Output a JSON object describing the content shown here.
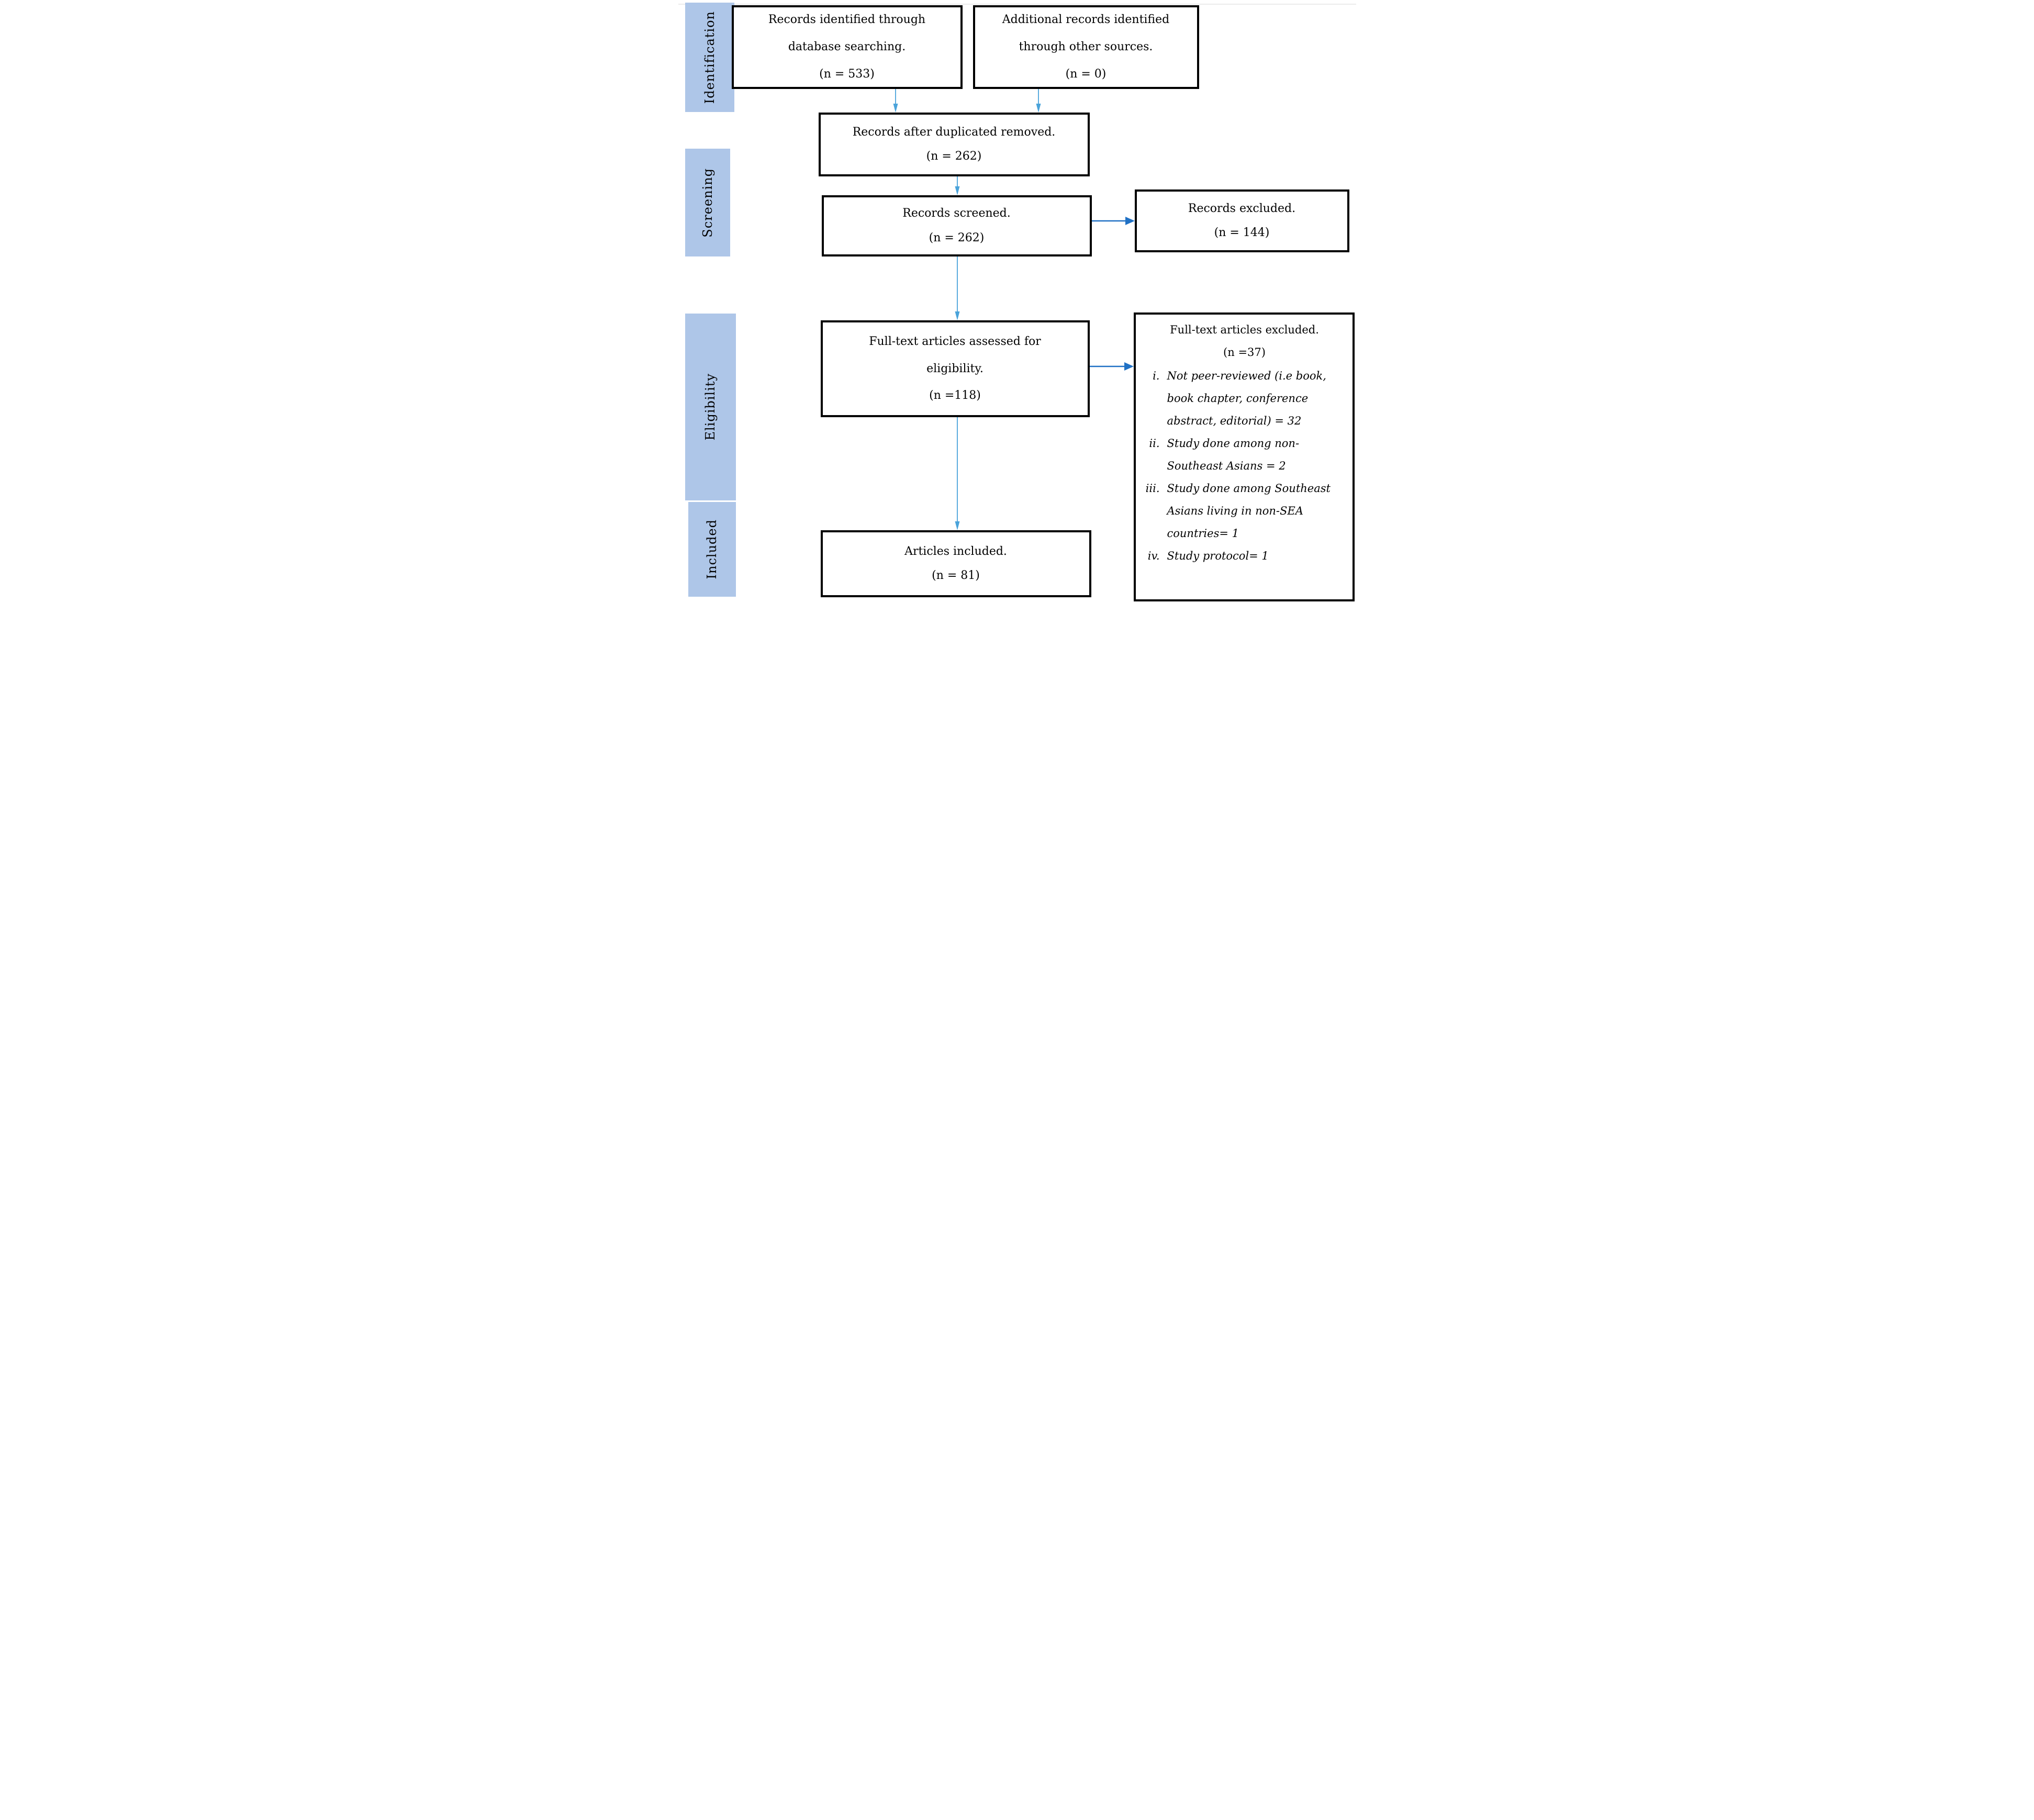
{
  "colors": {
    "page_bg": "#ffffff",
    "sidebar_fill": "#aec6e8",
    "box_border": "#000000",
    "arrow_vertical": "#4aa3da",
    "arrow_horizontal": "#2071c5",
    "text": "#000000"
  },
  "sidebar": {
    "items": [
      {
        "label": "Identification"
      },
      {
        "label": "Screening"
      },
      {
        "label": "Eligibility"
      },
      {
        "label": "Included"
      }
    ]
  },
  "flow": {
    "records_identified": {
      "line1": "Records identified through",
      "line2": "database searching.",
      "count": "(n = 533)"
    },
    "additional_records": {
      "line1": "Additional records identified",
      "line2": "through other sources.",
      "count": "(n = 0)"
    },
    "after_duplicates": {
      "line1": "Records after duplicated removed.",
      "count": "(n = 262)"
    },
    "records_screened": {
      "line1": "Records screened.",
      "count": "(n = 262)"
    },
    "records_excluded": {
      "line1": "Records excluded.",
      "count": "(n = 144)"
    },
    "fulltext_assessed": {
      "line1": "Full-text articles assessed for",
      "line2": "eligibility.",
      "count": "(n =118)"
    },
    "fulltext_excluded": {
      "title": "Full-text articles excluded.",
      "count": "(n =37)",
      "reasons": [
        {
          "numeral": "i.",
          "text": "Not peer-reviewed (i.e book, book chapter, conference abstract, editorial) = 32"
        },
        {
          "numeral": "ii.",
          "text": "Study done among non-Southeast Asians = 2"
        },
        {
          "numeral": "iii.",
          "text": "Study done among Southeast Asians living in non-SEA countries= 1"
        },
        {
          "numeral": "iv.",
          "text": "Study protocol= 1"
        }
      ]
    },
    "articles_included": {
      "line1": "Articles included.",
      "count": "(n = 81)"
    }
  }
}
